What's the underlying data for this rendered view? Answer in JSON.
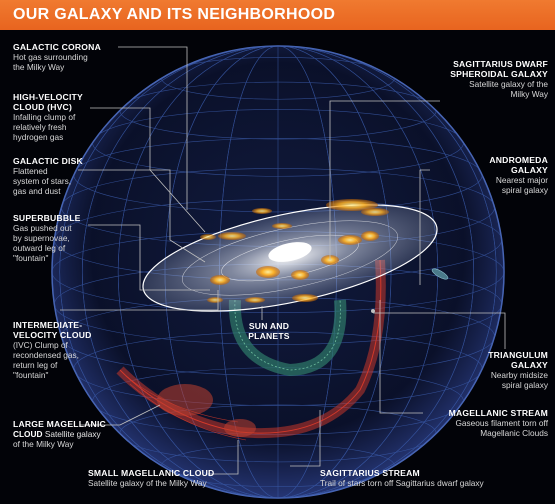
{
  "title": "OUR GALAXY AND ITS NEIGHBORHOOD",
  "colors": {
    "title_bar": "#e8641f",
    "sphere_grid": "#3a5aa8",
    "disk": "#ffffff",
    "magellanic_stream": "#d83a2a",
    "sagittarius_stream": "#2f7a6a",
    "cloud_glow": "#ffb020",
    "leader_lines": "#bfbfbf"
  },
  "labels": {
    "galactic_corona": {
      "name": "GALACTIC CORONA",
      "desc": [
        "Hot gas surrounding",
        "the Milky Way"
      ]
    },
    "hvc": {
      "name": [
        "HIGH-VELOCITY",
        "CLOUD (HVC)"
      ],
      "desc": [
        "Infalling clump of",
        "relatively fresh",
        "hydrogen gas"
      ]
    },
    "galactic_disk": {
      "name": "GALACTIC DISK",
      "desc": [
        "Flattened",
        "system of stars,",
        "gas and dust"
      ]
    },
    "superbubble": {
      "name": "SUPERBUBBLE",
      "desc": [
        "Gas pushed out",
        "by supernovae,",
        "outward leg of",
        "\"fountain\""
      ]
    },
    "ivc": {
      "name": [
        "INTERMEDIATE-",
        "VELOCITY CLOUD"
      ],
      "desc": [
        "(IVC) Clump of",
        "recondensed gas,",
        "return leg of",
        "\"fountain\""
      ]
    },
    "lmc": {
      "name": [
        "LARGE MAGELLANIC",
        "CLOUD"
      ],
      "desc": [
        "Satellite galaxy",
        "of the Milky Way"
      ]
    },
    "smc": {
      "name": "SMALL MAGELLANIC CLOUD",
      "desc": [
        "Satellite galaxy of the Milky Way"
      ]
    },
    "sun": {
      "name": [
        "SUN AND",
        "PLANETS"
      ]
    },
    "sagittarius_dwarf": {
      "name": [
        "SAGITTARIUS DWARF",
        "SPHEROIDAL GALAXY"
      ],
      "desc": [
        "Satellite galaxy of the",
        "Milky Way"
      ]
    },
    "andromeda": {
      "name": [
        "ANDROMEDA",
        "GALAXY"
      ],
      "desc": [
        "Nearest major",
        "spiral galaxy"
      ]
    },
    "triangulum": {
      "name": [
        "TRIANGULUM",
        "GALAXY"
      ],
      "desc": [
        "Nearby midsize",
        "spiral galaxy"
      ]
    },
    "magellanic_stream": {
      "name": "MAGELLANIC STREAM",
      "desc": [
        "Gaseous filament torn off",
        "Magellanic Clouds"
      ]
    },
    "sagittarius_stream": {
      "name": "SAGITTARIUS STREAM",
      "desc": [
        "Trail of stars torn off Sagittarius dwarf galaxy"
      ]
    }
  }
}
